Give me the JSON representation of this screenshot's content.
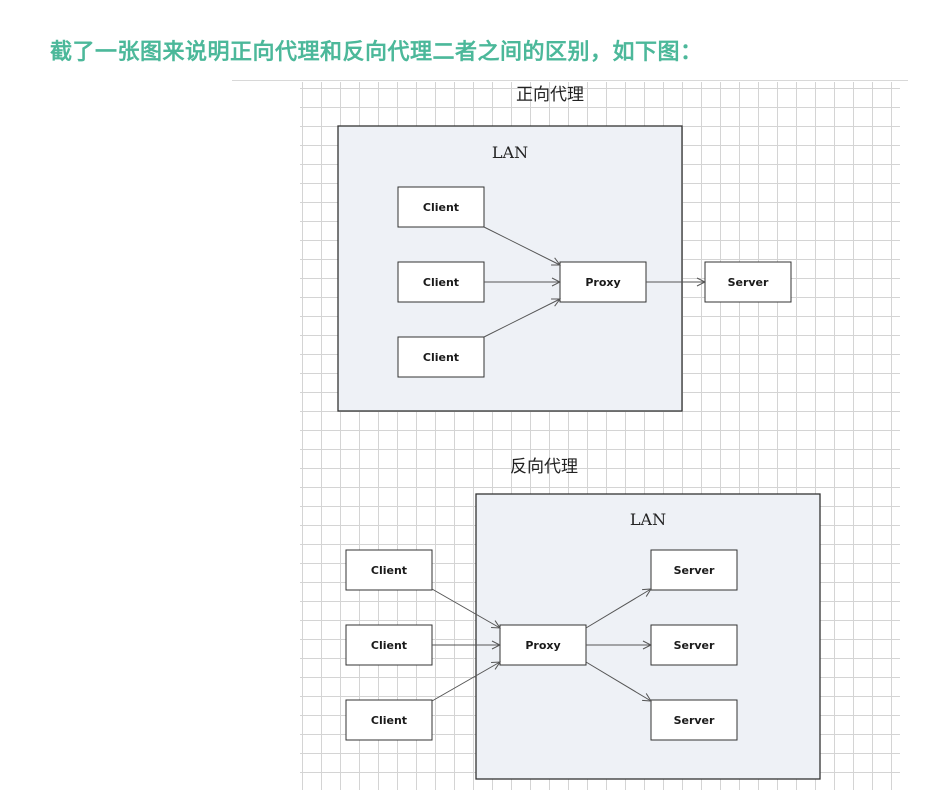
{
  "heading": "截了一张图来说明正向代理和反向代理二者之间的区别，如下图：",
  "colors": {
    "heading": "#4cb89a",
    "lan_fill": "#eef1f6",
    "grid": "#d4d4d4"
  },
  "diagram": {
    "forward": {
      "title": "正向代理",
      "lan_label": "LAN",
      "clients": [
        "Client",
        "Client",
        "Client"
      ],
      "proxy": "Proxy",
      "server": "Server"
    },
    "reverse": {
      "title": "反向代理",
      "lan_label": "LAN",
      "clients": [
        "Client",
        "Client",
        "Client"
      ],
      "proxy": "Proxy",
      "servers": [
        "Server",
        "Server",
        "Server"
      ]
    }
  }
}
